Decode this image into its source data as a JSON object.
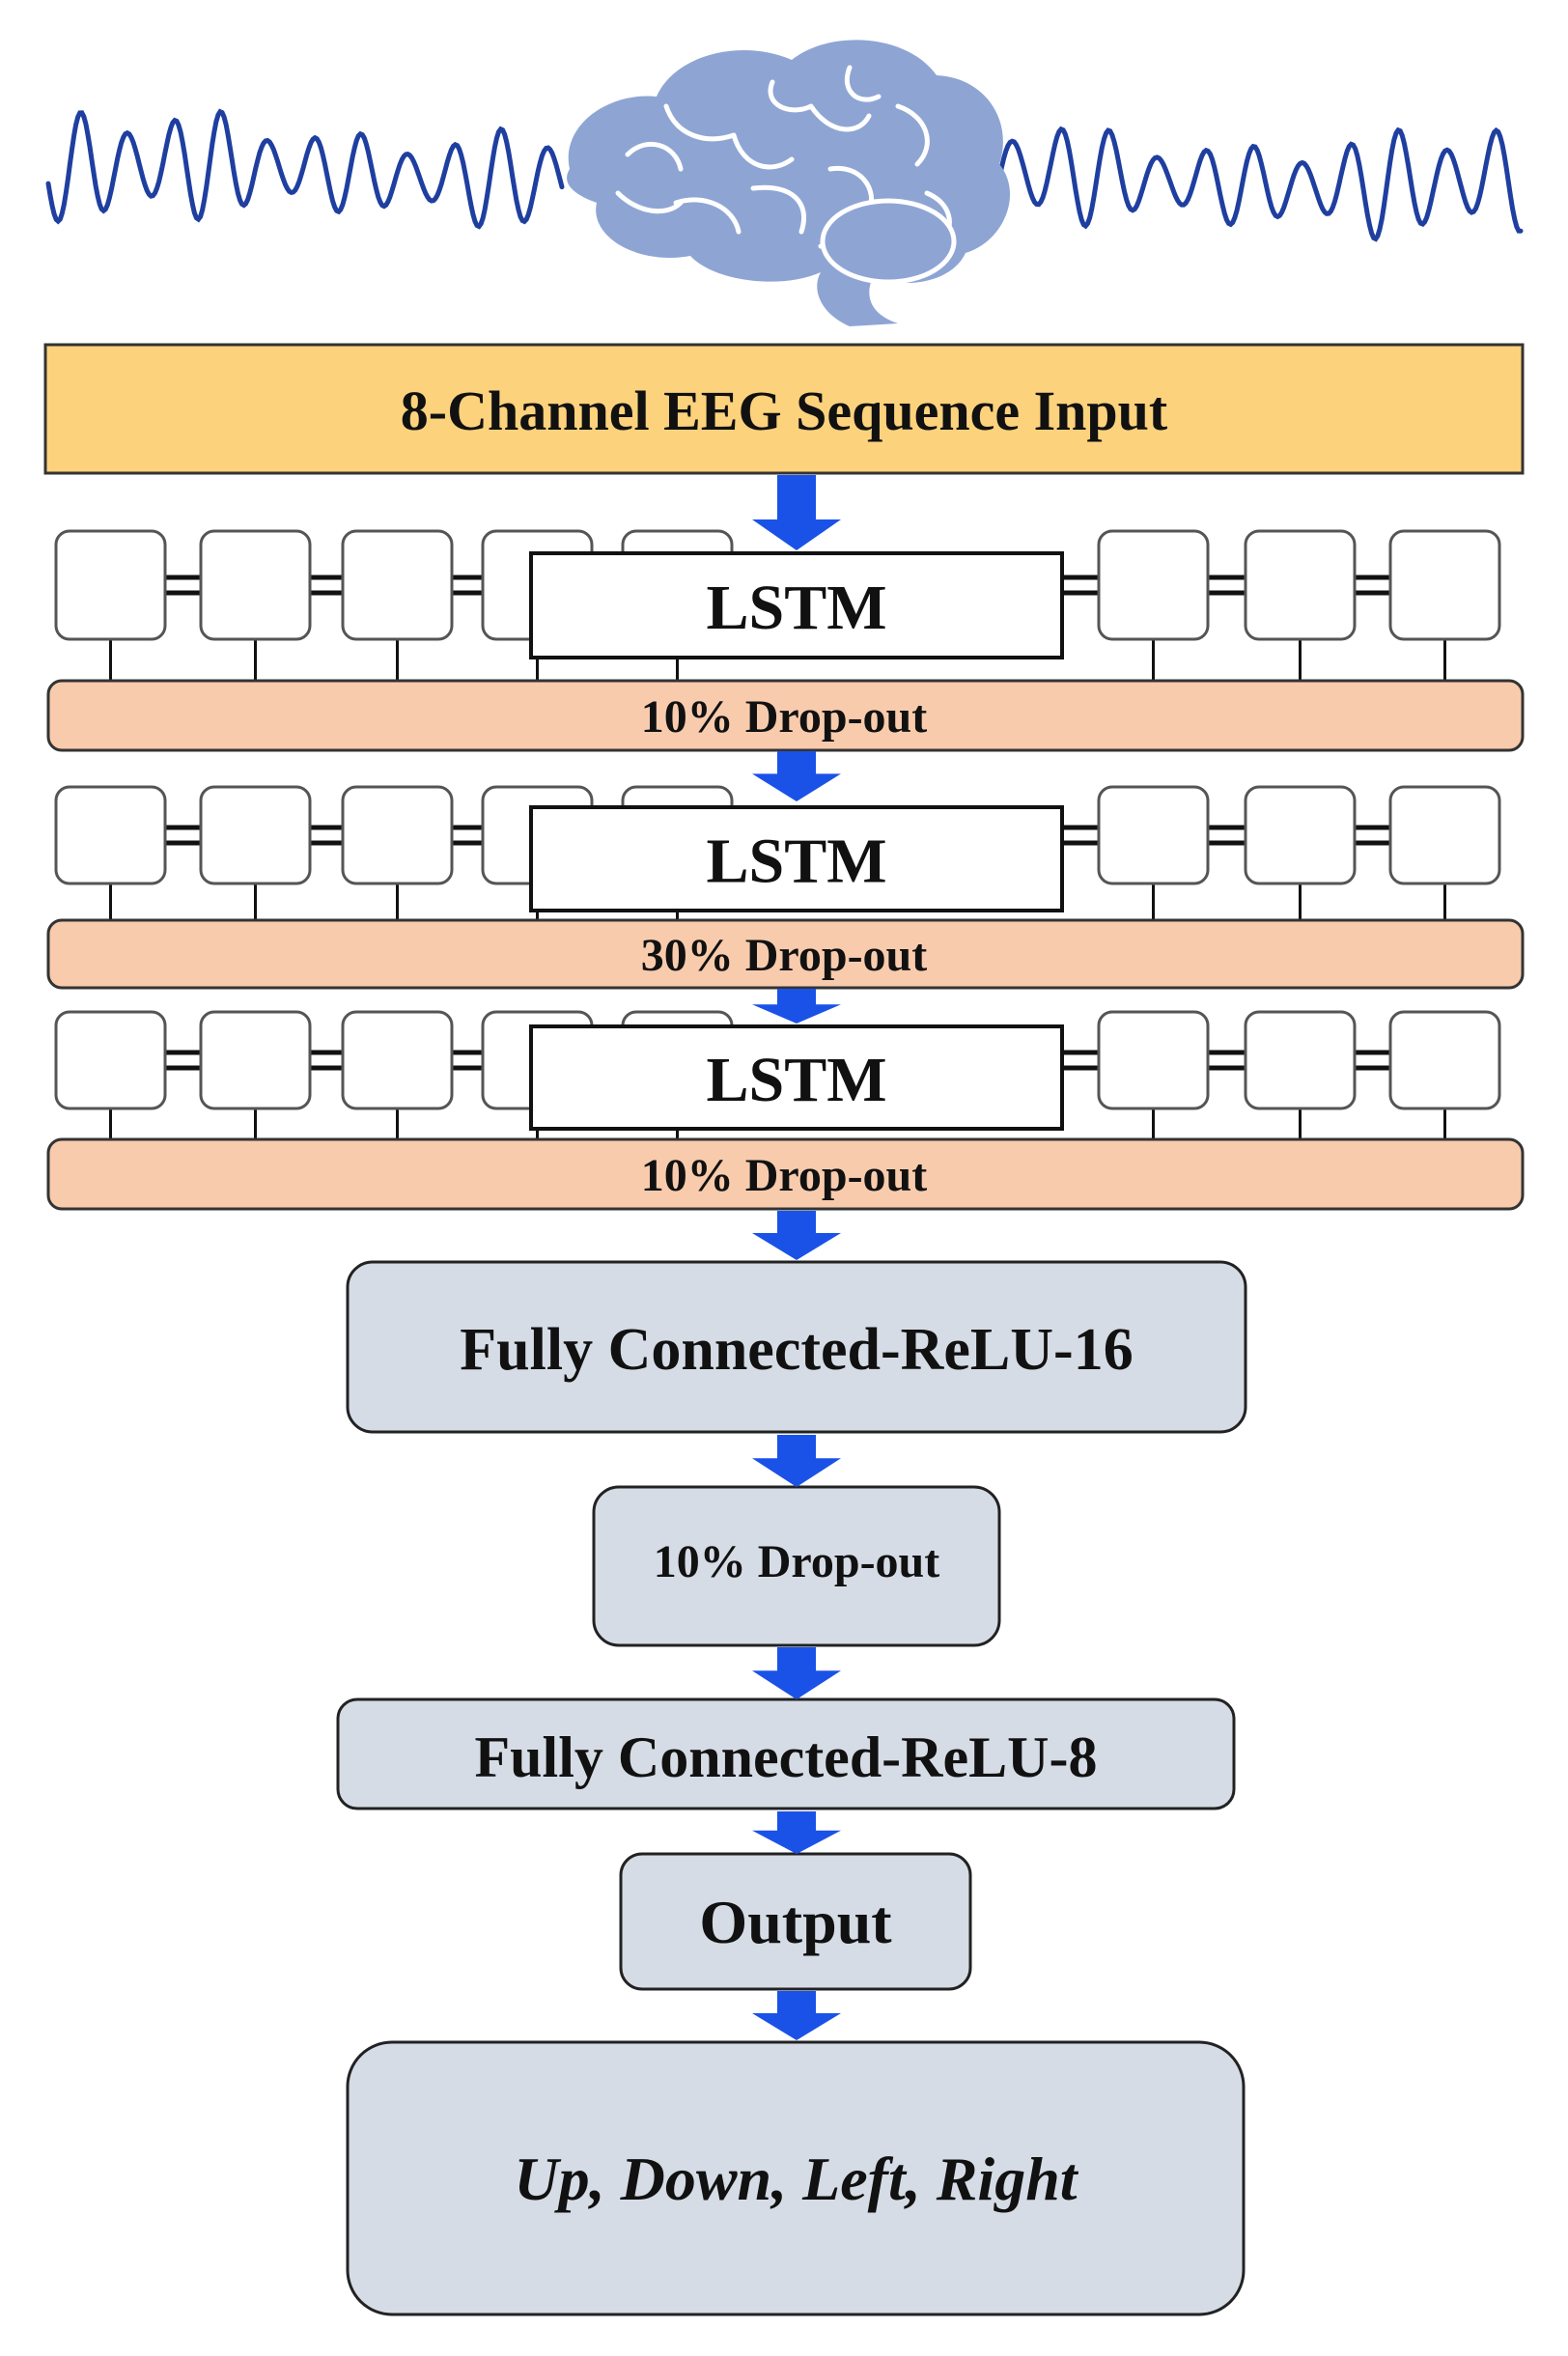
{
  "input": {
    "label": "8-Channel EEG Sequence Input"
  },
  "lstm_blocks": [
    {
      "label": "LSTM",
      "dropout": "10% Drop-out"
    },
    {
      "label": "LSTM",
      "dropout": "30% Drop-out"
    },
    {
      "label": "LSTM",
      "dropout": "10% Drop-out"
    }
  ],
  "fc1": {
    "label": "Fully Connected-ReLU-16"
  },
  "dropout_mid": {
    "label": "10% Drop-out"
  },
  "fc2": {
    "label": "Fully Connected-ReLU-8"
  },
  "output": {
    "label": "Output"
  },
  "classes": {
    "label": "Up, Down, Left, Right"
  },
  "icons": {
    "brain": "brain-icon",
    "wave": "eeg-wave-icon",
    "arrow": "arrow-down-icon"
  },
  "colors": {
    "input_fill": "#fcd27d",
    "dropout_fill": "#f8cbad",
    "fc_fill": "#d6dce5",
    "arrow": "#1a52e8",
    "wave": "#1f3fa0",
    "brain": "#8ea5d4",
    "brain_line": "#ffffff"
  }
}
